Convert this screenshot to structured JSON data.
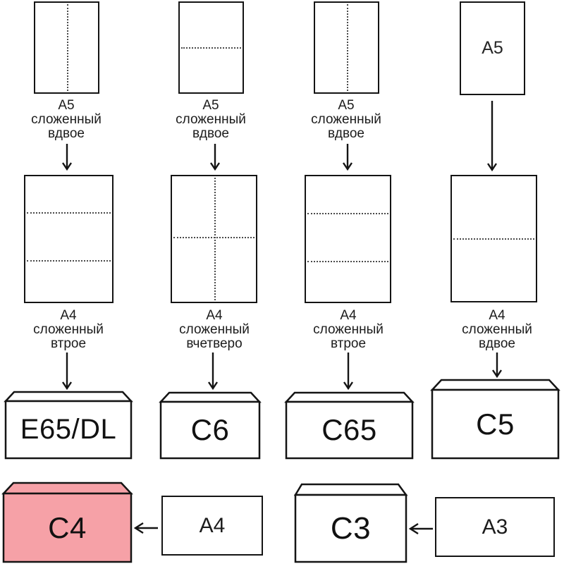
{
  "colors": {
    "stroke": "#141414",
    "fold_line": "#4a4a4a",
    "paper_fill": "#ffffff",
    "highlight_fill": "#f6a1a7",
    "text": "#1c1c1c"
  },
  "columns": [
    {
      "top_paper": {
        "fold_lines": "vertical-half",
        "label": [
          "А5",
          "сложенный",
          "вдвое"
        ]
      },
      "mid_paper": {
        "fold_lines": "horizontal-thirds",
        "label": [
          "А4",
          "сложенный",
          "втрое"
        ]
      },
      "envelope": {
        "name": "E65/DL"
      }
    },
    {
      "top_paper": {
        "fold_lines": "horizontal-half",
        "label": [
          "А5",
          "сложенный",
          "вдвое"
        ]
      },
      "mid_paper": {
        "fold_lines": "quarters-cross",
        "label": [
          "А4",
          "сложенный",
          "вчетверо"
        ]
      },
      "envelope": {
        "name": "C6"
      }
    },
    {
      "top_paper": {
        "fold_lines": "vertical-half",
        "label": [
          "А5",
          "сложенный",
          "вдвое"
        ]
      },
      "mid_paper": {
        "fold_lines": "horizontal-thirds",
        "label": [
          "А4",
          "сложенный",
          "втрое"
        ]
      },
      "envelope": {
        "name": "C65"
      }
    },
    {
      "top_paper": {
        "fold_lines": "none",
        "inner_label": "А5"
      },
      "mid_paper": {
        "fold_lines": "horizontal-half",
        "label": [
          "А4",
          "сложенный",
          "вдвое"
        ]
      },
      "envelope": {
        "name": "C5"
      }
    }
  ],
  "bottom_rows": [
    {
      "envelope": "C4",
      "highlighted": true,
      "source_paper": "А4"
    },
    {
      "envelope": "C3",
      "highlighted": false,
      "source_paper": "А3"
    }
  ]
}
